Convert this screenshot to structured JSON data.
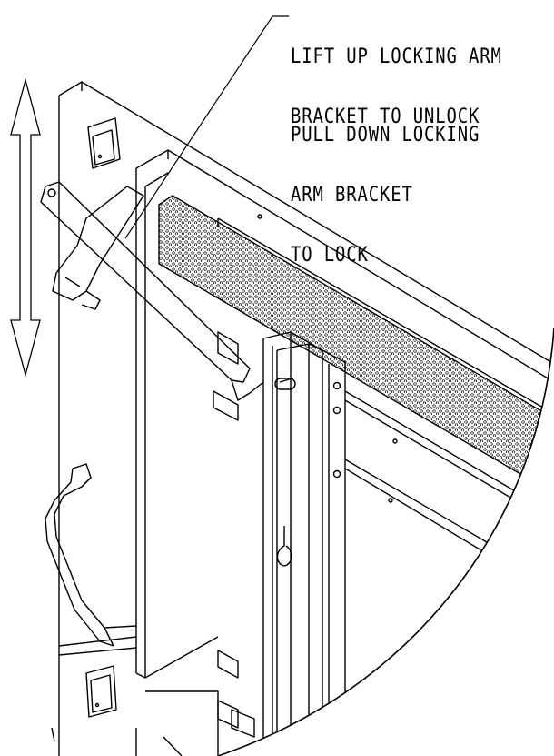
{
  "callouts": {
    "unlock": [
      "LIFT UP LOCKING ARM",
      "BRACKET TO UNLOCK"
    ],
    "lock": [
      "PULL DOWN LOCKING",
      "ARM BRACKET",
      "TO LOCK"
    ]
  },
  "icons": {
    "direction_arrow": "double-headed-vertical-arrow"
  },
  "colors": {
    "line": "#000000",
    "background": "#ffffff"
  }
}
